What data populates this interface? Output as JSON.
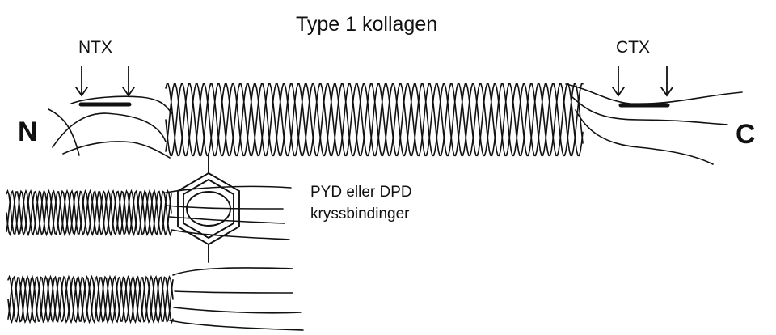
{
  "figure": {
    "title": "Type 1 kollagen",
    "n_terminal_label": "N",
    "c_terminal_label": "C",
    "n_telopeptide_label": "NTX",
    "c_telopeptide_label": "CTX",
    "crosslink_label_line1": "PYD eller DPD",
    "crosslink_label_line2": "kryssbindinger"
  },
  "colors": {
    "ink": "#111111",
    "background": "#ffffff"
  }
}
